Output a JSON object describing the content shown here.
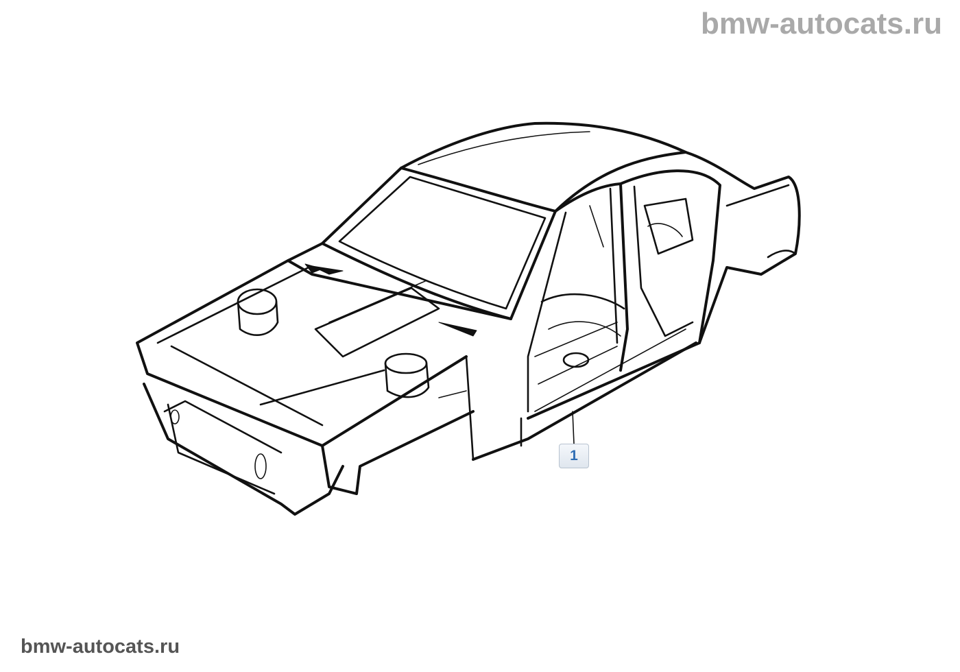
{
  "watermark": {
    "top": "bmw-autocats.ru",
    "bottom": "bmw-autocats.ru"
  },
  "diagram": {
    "callouts": [
      {
        "label": "1"
      }
    ]
  }
}
